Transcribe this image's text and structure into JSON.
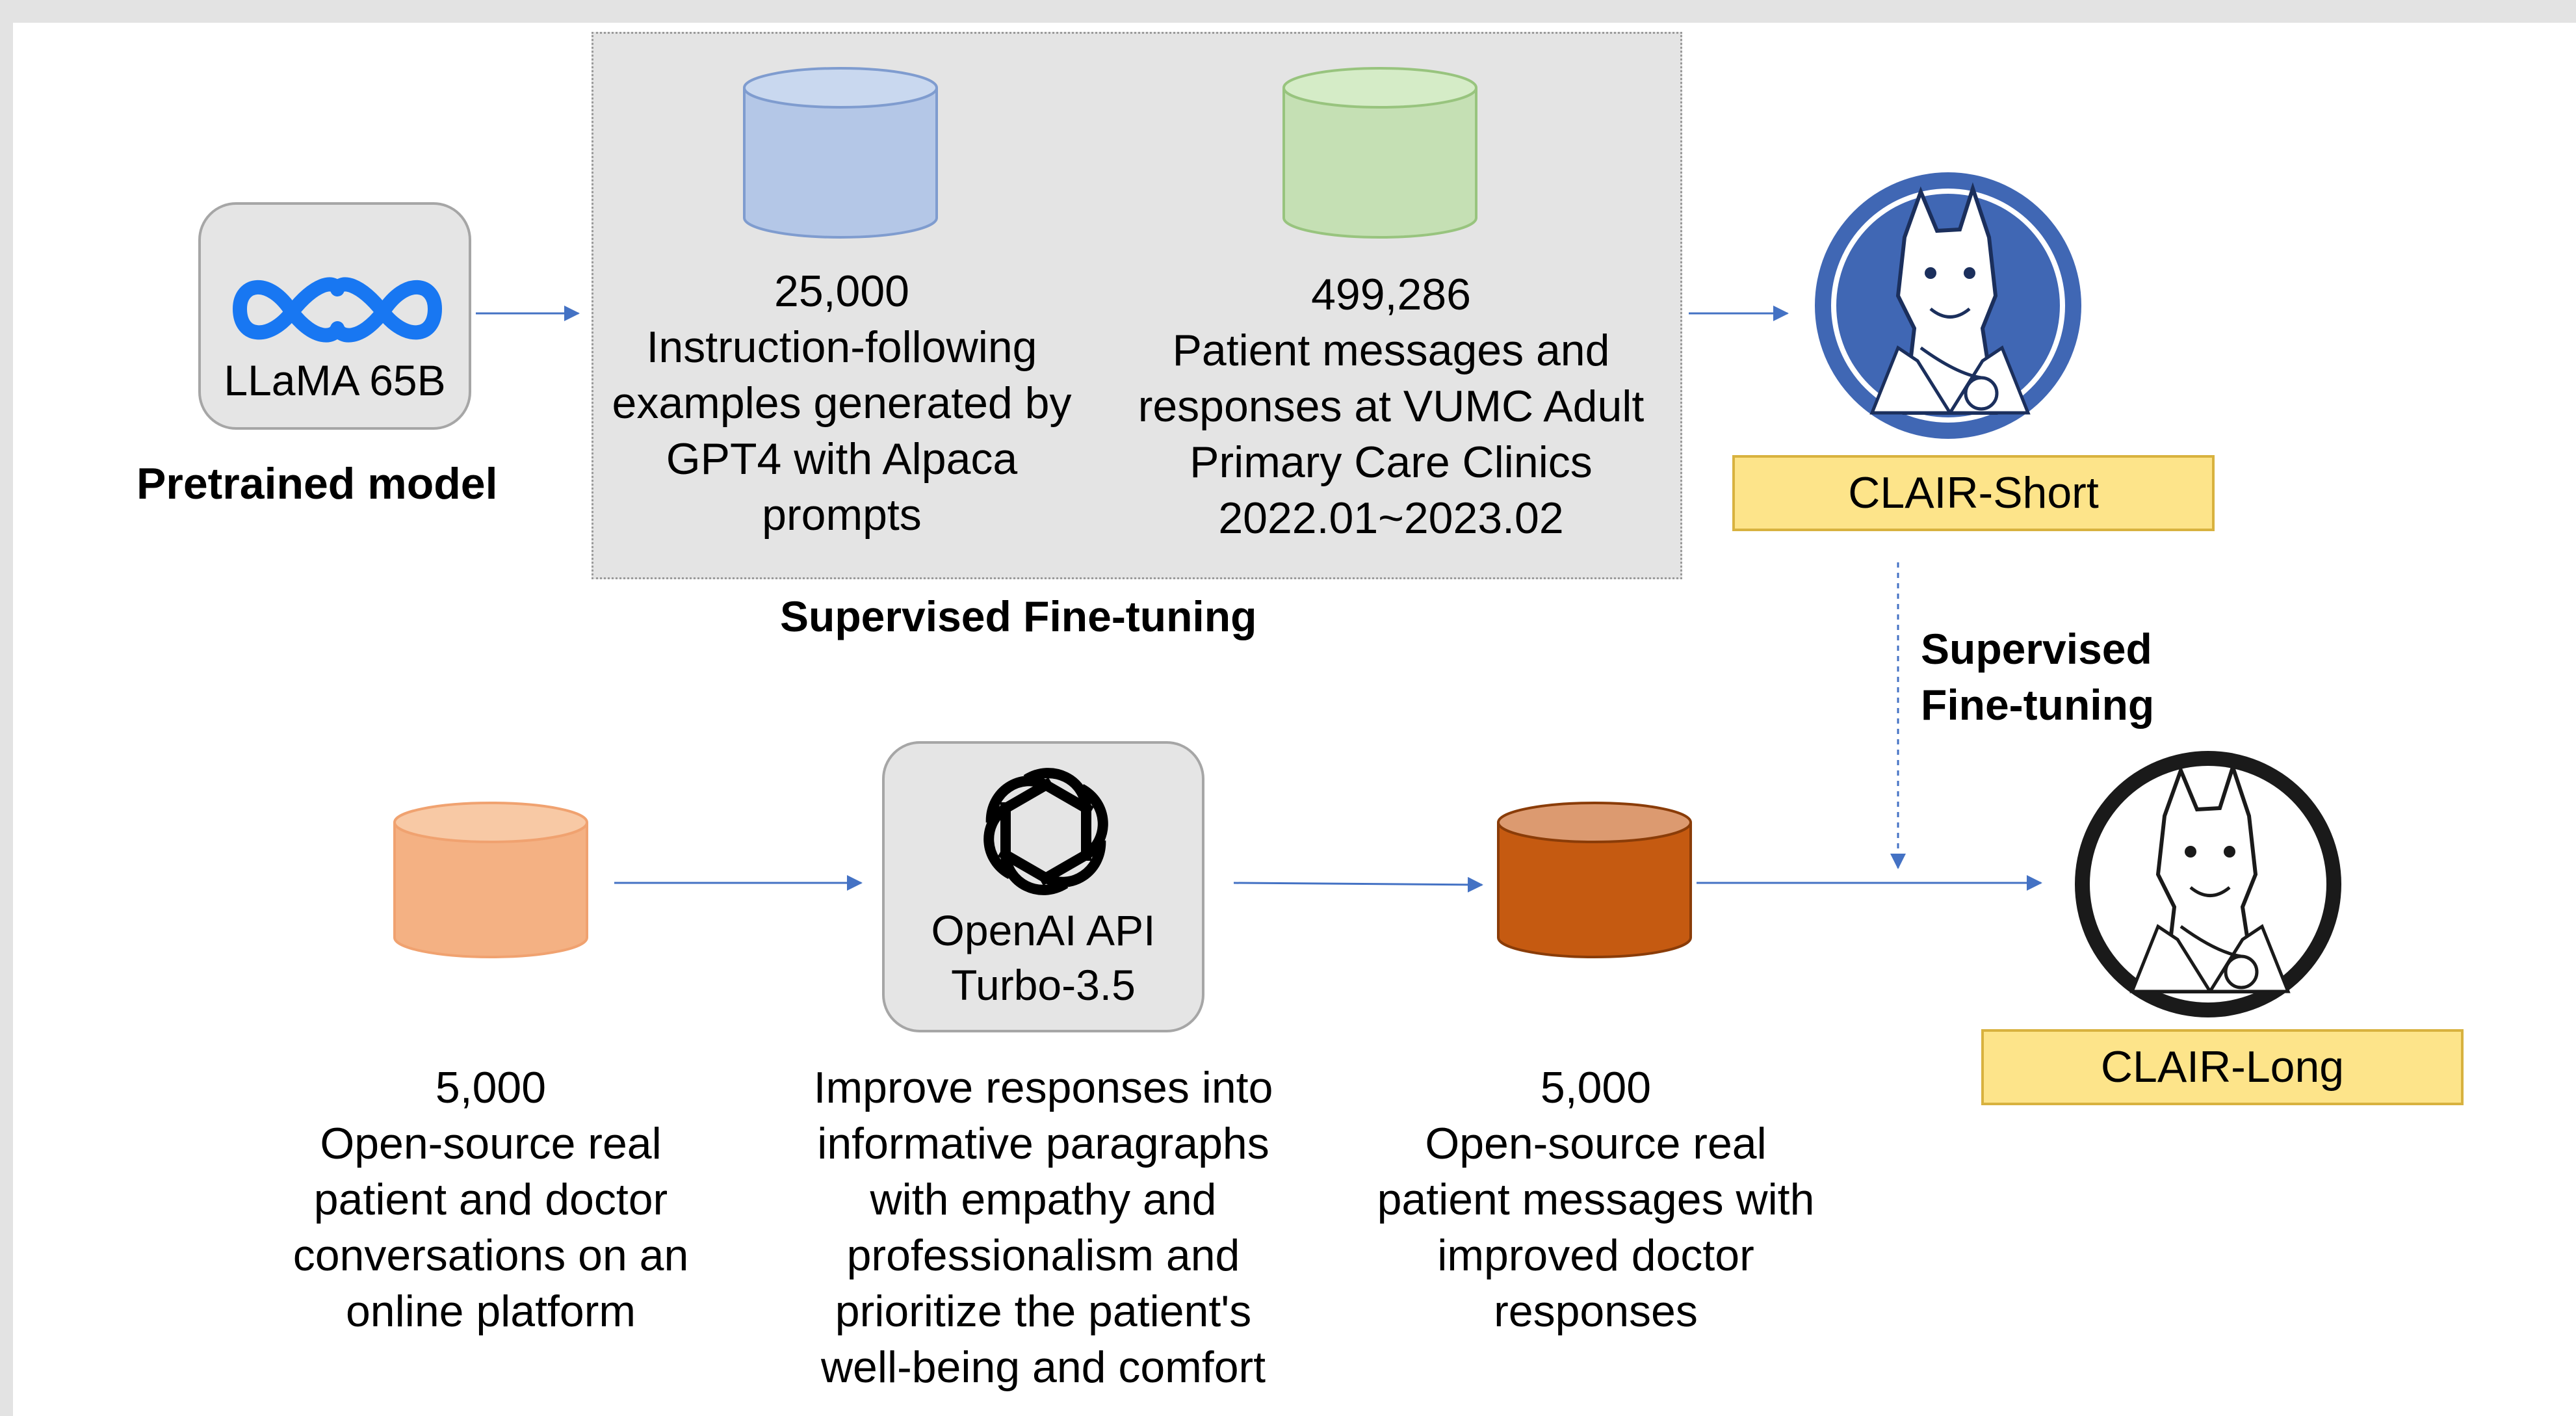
{
  "diagram": {
    "pretrained": {
      "model_label": "LLaMA 65B",
      "caption": "Pretrained model",
      "logo_icon": "meta-infinity-icon"
    },
    "sft_stage1": {
      "caption": "Supervised Fine-tuning",
      "dataset_alpaca": {
        "count": "25,000",
        "lines": [
          "Instruction-following",
          "examples generated by",
          "GPT4 with Alpaca",
          "prompts"
        ]
      },
      "dataset_vumc": {
        "count": "499,286",
        "lines": [
          "Patient messages and",
          "responses at VUMC Adult",
          "Primary Care Clinics",
          "2022.01~2023.02"
        ]
      }
    },
    "clair_short": {
      "label": "CLAIR-Short",
      "logo": "VCLIC"
    },
    "sft_stage2": {
      "lines": [
        "Supervised",
        "Fine-tuning"
      ]
    },
    "clair_long": {
      "label": "CLAIR-Long",
      "logo": "VCLIC"
    },
    "openai": {
      "lines": [
        "OpenAI API",
        "Turbo-3.5"
      ],
      "logo_icon": "openai-knot-icon",
      "description": [
        "Improve responses into",
        "informative paragraphs",
        "with empathy and",
        "professionalism and",
        "prioritize the patient's",
        "well-being and comfort"
      ]
    },
    "dataset_open_source": {
      "count": "5,000",
      "lines": [
        "Open-source real",
        "patient and doctor",
        "conversations on an",
        "online platform"
      ]
    },
    "dataset_improved": {
      "count": "5,000",
      "lines": [
        "Open-source real",
        "patient messages with",
        "improved doctor",
        "responses"
      ]
    },
    "colors": {
      "arrow": "#4472c4",
      "alpaca_db": "#b4c7e7",
      "vumc_db": "#c5e0b4",
      "opensource_db": "#f4b183",
      "improved_db": "#c55a11",
      "label_fill": "#fde48a",
      "panel_fill": "#e4e4e4",
      "short_logo_bg": "#4067b4",
      "long_logo_bg": "#1a1a1a"
    }
  }
}
